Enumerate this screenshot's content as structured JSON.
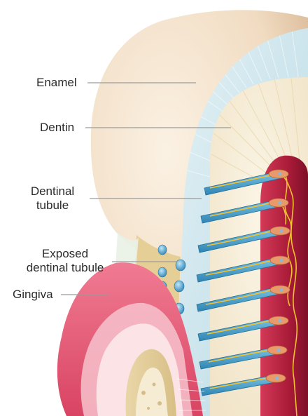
{
  "labels": {
    "enamel": "Enamel",
    "dentin": "Dentin",
    "dentinal_tubule_line1": "Dentinal",
    "dentinal_tubule_line2": "tubule",
    "exposed_line1": "Exposed",
    "exposed_line2": "dentinal tubule",
    "gingiva": "Gingiva"
  },
  "colors": {
    "enamel": "#f3e3cf",
    "dentin": "#cfe6ee",
    "pulp_dentin": "#f8efdb",
    "pulp": "#b3213f",
    "tubule": "#3f9dc9",
    "nerve": "#f2c230",
    "gingiva": "#e8607a",
    "bone": "#efe3c4",
    "leader": "#9a9a9a",
    "label_text": "#2b2b2b"
  }
}
